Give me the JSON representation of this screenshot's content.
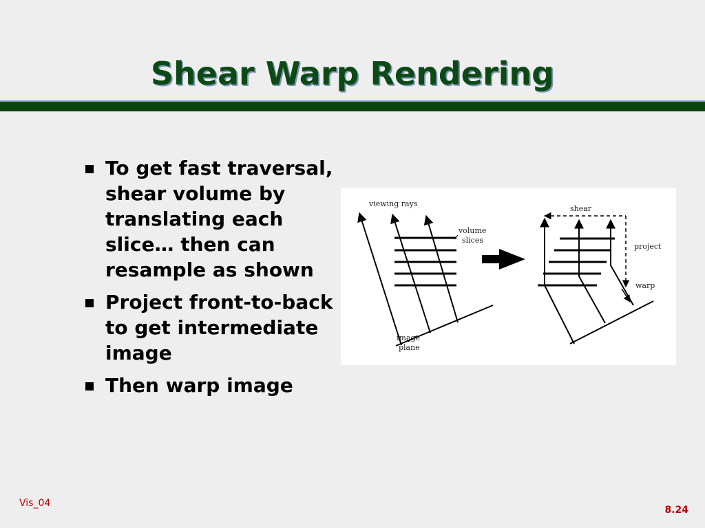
{
  "slide": {
    "title": "Shear Warp Rendering",
    "bullets": [
      {
        "text": "To get fast traversal, shear volume by translating each slice… then can resample as shown"
      },
      {
        "text": "Project front-to-back to get intermediate image"
      },
      {
        "text": "Then warp image"
      }
    ],
    "figure": {
      "labels": {
        "viewing_rays": "viewing rays",
        "volume": "volume",
        "slices": "slices",
        "image": "image",
        "plane": "plane",
        "shear": "shear",
        "project": "project",
        "warp": "warp"
      }
    },
    "footer": {
      "left": "Vis_04",
      "right": "8.24"
    }
  },
  "colors": {
    "title": "#0b4a14",
    "title_rule": "#0b4410",
    "footer": "#c00000",
    "background": "#eeeeee"
  }
}
